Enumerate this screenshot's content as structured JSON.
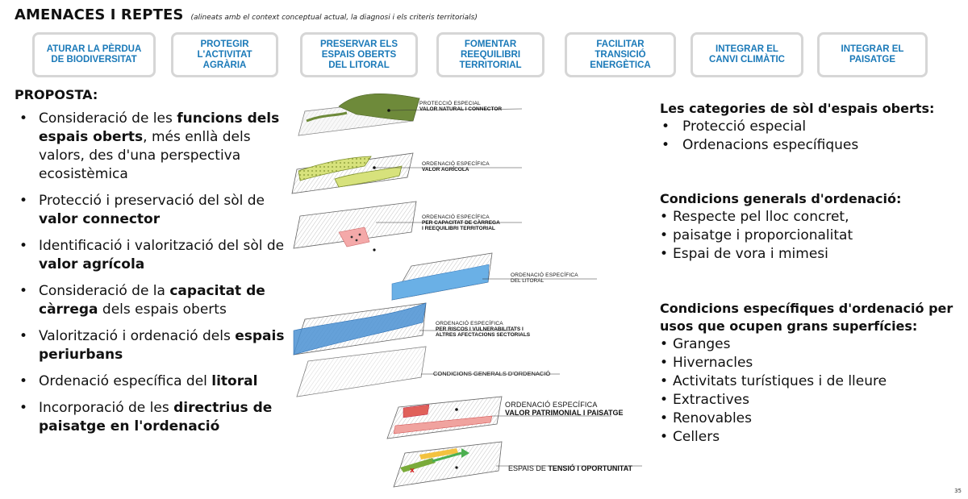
{
  "header": {
    "title": "AMENACES I REPTES",
    "subtitle": "(alineats amb el context conceptual actual, la diagnosi i els criteris territorials)"
  },
  "challenges": [
    "ATURAR LA PÈRDUA\nDE BIODIVERSITAT",
    "PROTEGIR\nL'ACTIVITAT\nAGRÀRIA",
    "PRESERVAR ELS\nESPAIS OBERTS\nDEL LITORAL",
    "FOMENTAR\nREEQUILIBRI\nTERRITORIAL",
    "FACILITAR\nTRANSICIÓ\nENERGÈTICA",
    "INTEGRAR EL\nCANVI CLIMÀTIC",
    "INTEGRAR EL\nPAISATGE"
  ],
  "proposta": {
    "title": "PROPOSTA:",
    "items": [
      [
        "Consideració de les ",
        "funcions dels espais oberts",
        ", més enllà dels valors, des d'una perspectiva ecosistèmica"
      ],
      [
        "Protecció i preservació del sòl de ",
        "valor connector",
        ""
      ],
      [
        "Identificació i valorització del sòl de ",
        "valor agrícola",
        ""
      ],
      [
        "Consideració de la ",
        "capacitat de càrrega",
        " dels espais oberts"
      ],
      [
        "Valorització i ordenació dels ",
        "espais periurbans",
        ""
      ],
      [
        "Ordenació específica del ",
        "litoral",
        ""
      ],
      [
        "Incorporació de les ",
        "directrius de paisatge en l'ordenació",
        ""
      ]
    ]
  },
  "layers": [
    {
      "a": "PROTECCIÓ ESPECIAL",
      "b": "VALOR NATURAL I CONNECTOR"
    },
    {
      "a": "ORDENACIÓ ESPECÍFICA",
      "b": "VALOR AGRÍCOLA"
    },
    {
      "a": "ORDENACIÓ ESPECÍFICA",
      "b": "PER CAPACITAT DE CÀRREGA",
      "c": "I REEQUILIBRI TERRITORIAL"
    },
    {
      "a": "ORDENACIÓ ESPECÍFICA",
      "b": "DEL LITORAL"
    },
    {
      "a": "ORDENACIÓ ESPECÍFICA",
      "b": "PER RISCOS I VULNERABILITATS I",
      "c": "ALTRES AFECTACIONS SECTORIALS"
    },
    {
      "a": "CONDICIONS GENERALS D'ORDENACIÓ"
    },
    {
      "a": "ORDENACIÓ ESPECÍFICA",
      "b": "VALOR PATRIMONIAL I PAISATGE"
    },
    {
      "a": "ESPAIS DE ",
      "b": "TENSIÓ I OPORTUNITAT"
    }
  ],
  "right": {
    "cat_title": "Les categories de sòl d'espais oberts:",
    "cat_items": [
      "Protecció especial",
      "Ordenacions específiques"
    ],
    "gen_title": "Condicions generals d'ordenació:",
    "gen_items": [
      "Respecte pel lloc concret,",
      "paisatge i proporcionalitat",
      "Espai de vora i mimesi"
    ],
    "spec_title": "Condicions específiques d'ordenació per usos que ocupen grans superfícies:",
    "spec_items": [
      "Granges",
      "Hivernacles",
      "Activitats turístiques i de lleure",
      "Extractives",
      "Renovables",
      "Cellers"
    ]
  },
  "page_number": "35",
  "colors": {
    "accent_blue": "#1a79b8",
    "box_border": "#d6d6d6",
    "forest_green": "#6e8a3a",
    "agri_yellow": "#d7e27c",
    "risk_blue": "#4a90d2",
    "coast_blue": "#6ab0e6",
    "capacity_pink": "#f4a9a9",
    "heritage_red": "#e0605a"
  }
}
